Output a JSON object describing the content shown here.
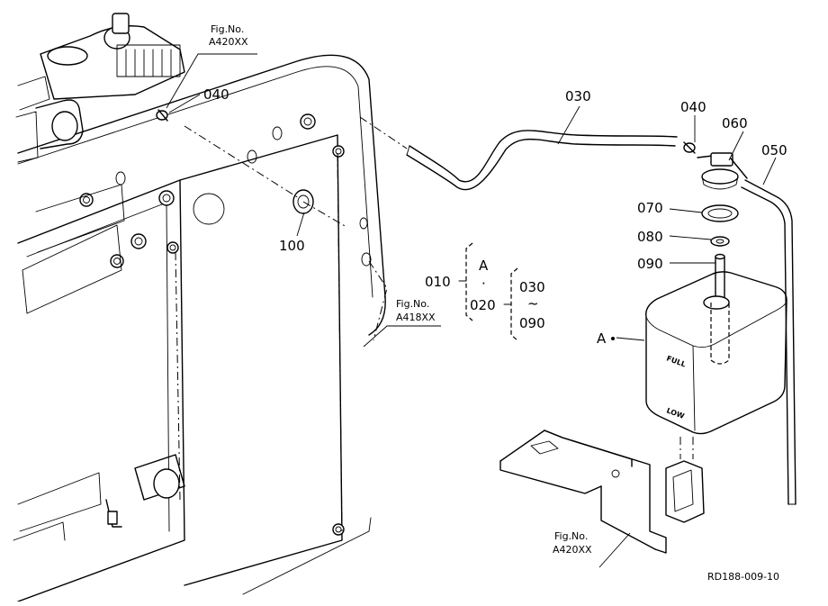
{
  "parts": {
    "p010": "010",
    "p020": "020",
    "p030_top": "030",
    "p040_left": "040",
    "p040_right": "040",
    "p050": "050",
    "p060": "060",
    "p070": "070",
    "p080": "080",
    "p090": "090",
    "p100": "100"
  },
  "group": {
    "a": "A",
    "dot": "·",
    "range_from": "030",
    "tilde": "~",
    "range_to": "090"
  },
  "tank_marker": "A",
  "tank_labels": {
    "full": "FULL",
    "low": "LOW"
  },
  "fig_refs": {
    "top_left": {
      "line1": "Fig.No.",
      "line2": "A420XX"
    },
    "middle": {
      "line1": "Fig.No.",
      "line2": "A418XX"
    },
    "bottom": {
      "line1": "Fig.No.",
      "line2": "A420XX"
    }
  },
  "drawing_code": "RD188-009-10"
}
